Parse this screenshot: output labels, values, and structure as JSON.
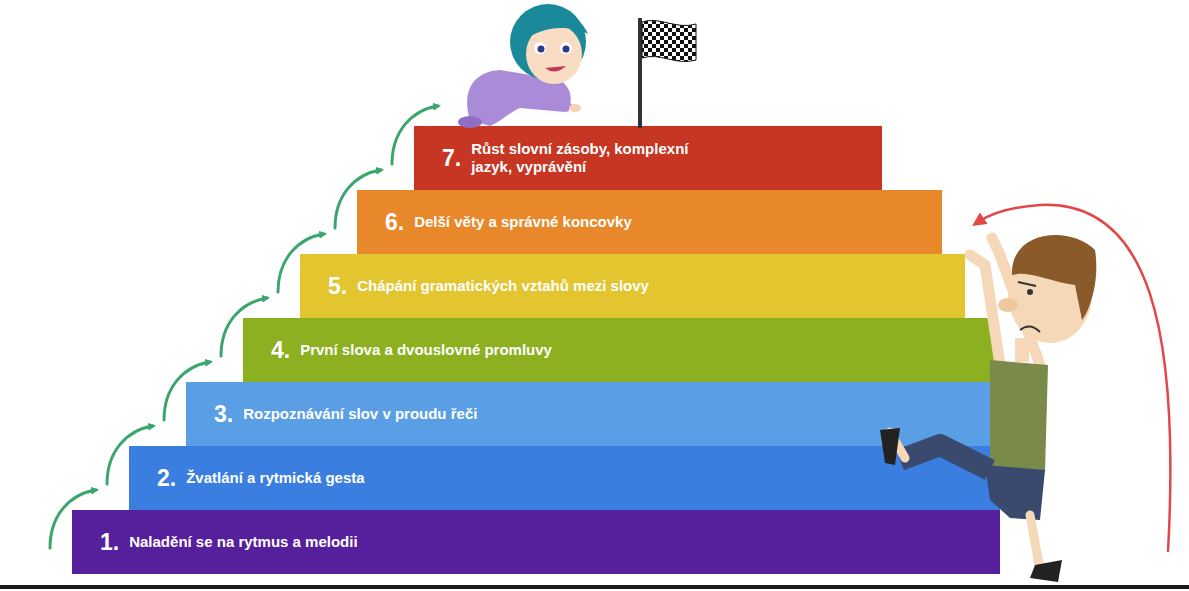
{
  "diagram": {
    "nodes": [
      {
        "text": [
          "1.",
          "Naladění se na rytmus a melodii"
        ]
      },
      {
        "text": [
          "2.",
          "Žvatlání a rytmická gesta"
        ]
      },
      {
        "text": [
          "3.",
          "Rozpoznávání slov v proudu řeči"
        ]
      },
      {
        "text": [
          "4.",
          "První slova a dvouslovné promluvy"
        ]
      },
      {
        "text": [
          "5.",
          "Chápání gramatických vztahů mezi slovy"
        ]
      },
      {
        "text": [
          "6.",
          "Delší věty a správné koncovky"
        ]
      },
      {
        "text": [
          "7.",
          "Růst slovní zásoby, komplexní jazyk, vyprávění"
        ]
      }
    ]
  }
}
